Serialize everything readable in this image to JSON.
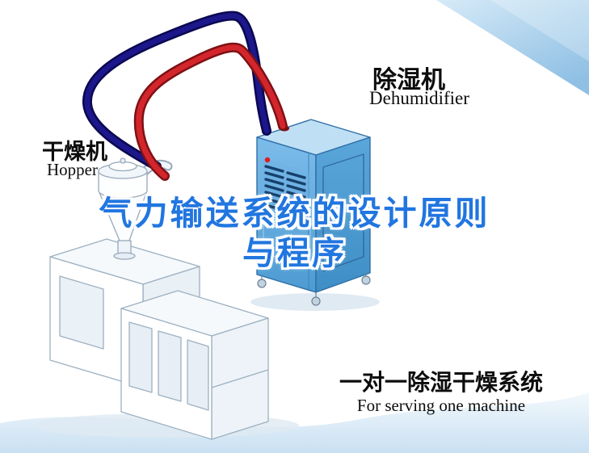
{
  "labels": {
    "dryer": {
      "cn": "干燥机",
      "en": "Hopper"
    },
    "dehumidifier": {
      "cn": "除湿机",
      "en": "Dehumidifier"
    }
  },
  "title": {
    "line1": "气力输送系统的设计原则",
    "line2": "与程序"
  },
  "caption": {
    "cn": "一对一除湿干燥系统",
    "en": "For serving one machine"
  },
  "colors": {
    "title_blue": "#2176e0",
    "pipe_red": "#d3262c",
    "pipe_navy": "#1c178a",
    "dehumidifier_blue": "#5fa9dc",
    "corner_decoration": "#aed3ee",
    "bottom_band": "#c9e0f2"
  }
}
